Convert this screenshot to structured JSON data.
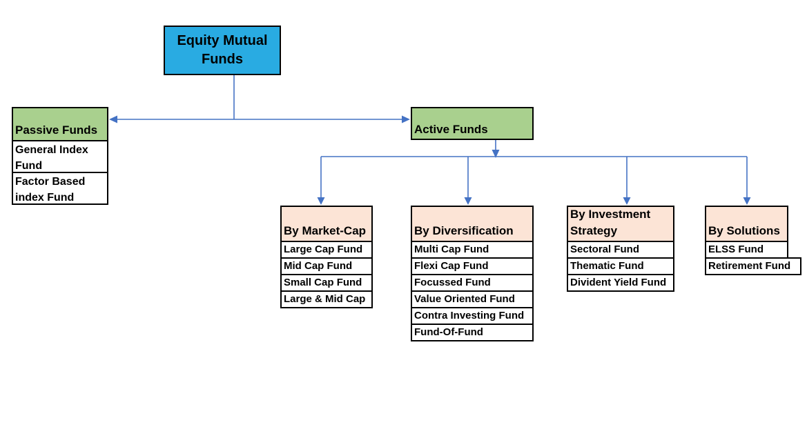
{
  "colors": {
    "root_fill": "#29ABE2",
    "level2_fill": "#A9D08E",
    "group_header_fill": "#FCE4D6",
    "connector": "#4472C4",
    "border": "#000000",
    "text": "#000000",
    "background": "#FFFFFF"
  },
  "root": {
    "title": "Equity Mutual Funds"
  },
  "passive": {
    "title": "Passive Funds",
    "items": [
      "General Index Fund",
      "Factor Based index Fund"
    ]
  },
  "active": {
    "title": "Active Funds"
  },
  "groups": [
    {
      "title": "By Market-Cap",
      "items": [
        "Large Cap Fund",
        "Mid Cap Fund",
        "Small Cap Fund",
        "Large & Mid Cap"
      ]
    },
    {
      "title": "By Diversification",
      "items": [
        "Multi Cap Fund",
        "Flexi Cap Fund",
        "Focussed Fund",
        "Value Oriented Fund",
        "Contra Investing Fund",
        "Fund-Of-Fund"
      ]
    },
    {
      "title": "By Investment Strategy",
      "items": [
        "Sectoral Fund",
        "Thematic Fund",
        "Divident Yield Fund"
      ]
    },
    {
      "title": "By Solutions",
      "items": [
        "ELSS Fund",
        "Retirement Fund"
      ]
    }
  ]
}
